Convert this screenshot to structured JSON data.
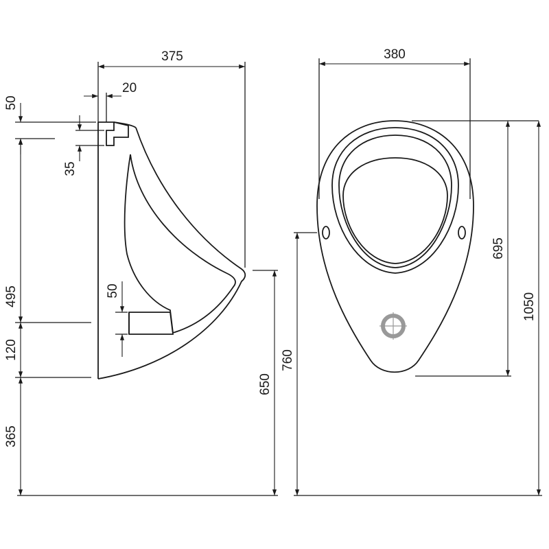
{
  "side_view": {
    "dims": {
      "depth": "375",
      "inlet_offset": "20",
      "inlet_top": "50",
      "inlet_height": "35",
      "spud_to_outlet": "495",
      "outlet_height": "50",
      "outlet_to_bottom": "120",
      "bottom_height": "365",
      "lip_height": "650"
    }
  },
  "front_view": {
    "dims": {
      "width": "380",
      "body_height": "695",
      "total_height": "1050",
      "fixing_height": "760"
    }
  }
}
